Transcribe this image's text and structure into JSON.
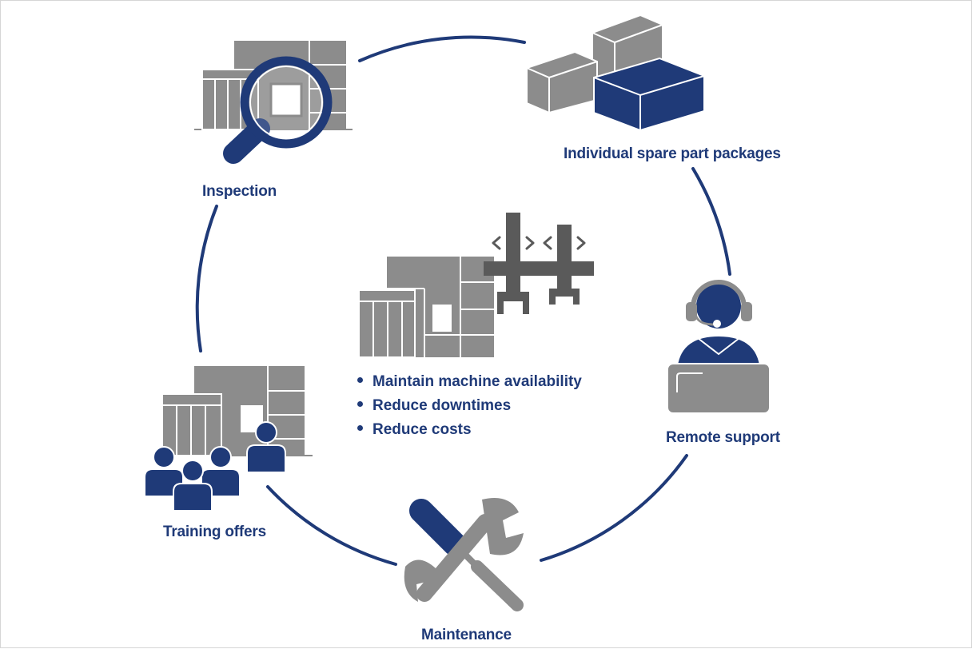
{
  "colors": {
    "navy": "#1f3a78",
    "gray": "#8c8c8c",
    "dark_gray": "#5a5a5a"
  },
  "labels": {
    "inspection": "Inspection",
    "spare_parts": "Individual spare part packages",
    "remote_support": "Remote support",
    "maintenance": "Maintenance",
    "training": "Training offers"
  },
  "benefits": [
    "Maintain machine availability",
    "Reduce downtimes",
    "Reduce costs"
  ],
  "icons": {
    "inspection": "magnifier-machine-icon",
    "spare_parts": "boxes-icon",
    "remote_support": "headset-operator-icon",
    "maintenance": "wrench-screwdriver-icon",
    "training": "people-machine-icon",
    "center": "machine-gantry-icon"
  }
}
